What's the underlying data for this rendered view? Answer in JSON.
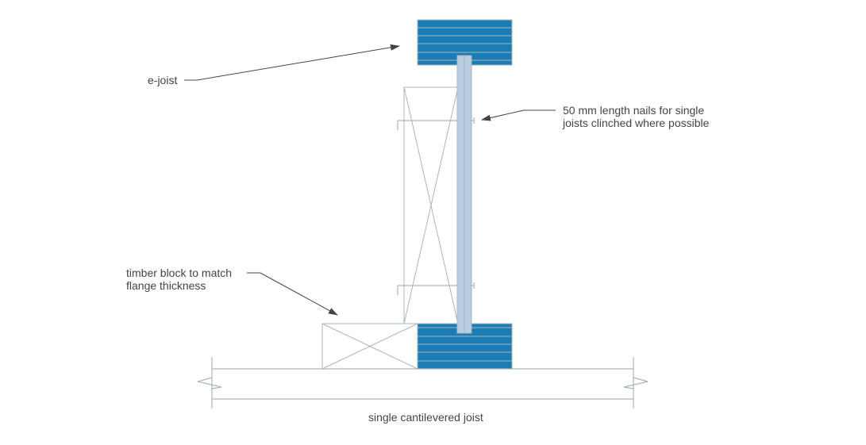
{
  "labels": {
    "ejoist": "e-joist",
    "nails_line1": "50 mm length nails for single",
    "nails_line2": "joists clinched where possible",
    "block_line1": "timber block to match",
    "block_line2": "flange thickness",
    "joist": "single cantilevered joist"
  },
  "colors": {
    "flange": "#1a7db8",
    "web": "#b8cce4",
    "outline": "#a9b8b3",
    "leader": "#444444"
  }
}
